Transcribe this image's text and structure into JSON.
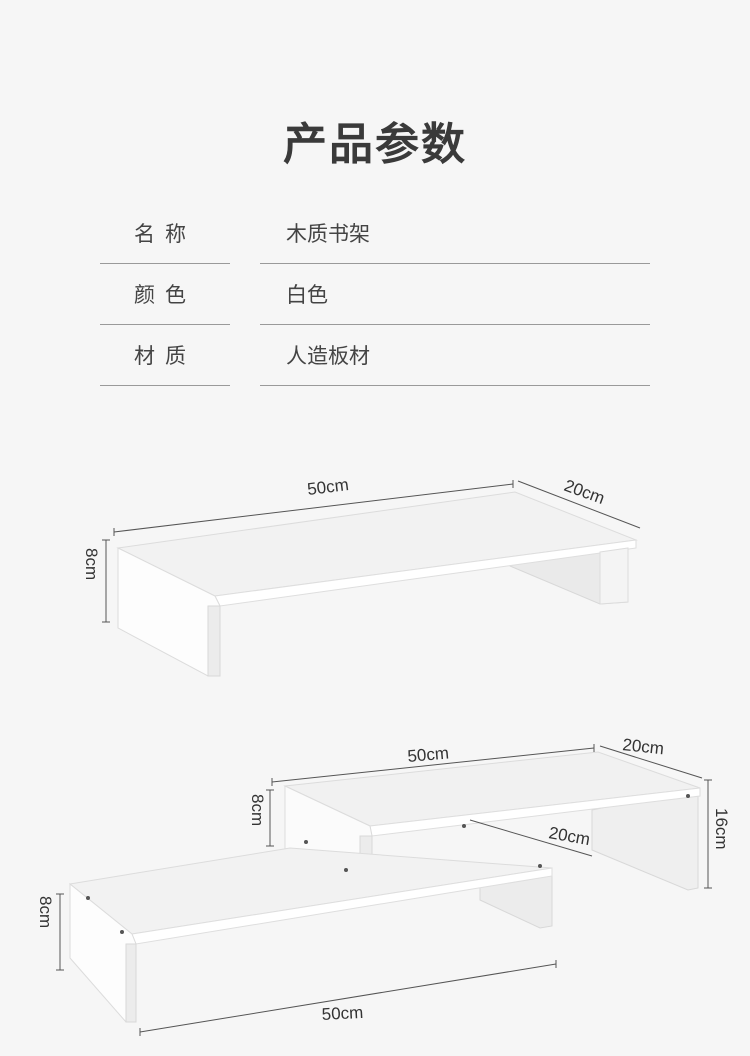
{
  "title": "产品参数",
  "specs": [
    {
      "label": "名称",
      "value": "木质书架"
    },
    {
      "label": "颜色",
      "value": "白色"
    },
    {
      "label": "材质",
      "value": "人造板材"
    }
  ],
  "diagram1": {
    "length": "50cm",
    "depth": "20cm",
    "height": "8cm"
  },
  "diagram2": {
    "top_length": "50cm",
    "top_depth": "20cm",
    "top_height": "8cm",
    "total_height": "16cm",
    "gap_depth": "20cm",
    "bottom_height": "8cm",
    "bottom_length": "50cm"
  },
  "colors": {
    "background": "#f6f6f6",
    "board": "#ffffff",
    "text": "#333333"
  }
}
